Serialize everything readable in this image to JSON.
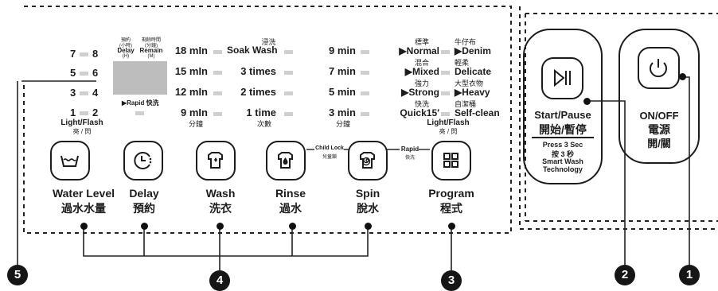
{
  "timer_labels": {
    "delay": {
      "zh": "預約",
      "zh_unit": "(小時)",
      "en": "Delay",
      "unit": "(H)"
    },
    "remain": {
      "zh": "剩餘時間",
      "zh_unit": "(分鐘)",
      "en": "Remain",
      "unit": "(M)"
    },
    "rapid": "Rapid 快洗"
  },
  "level_numbers": {
    "n7": "7",
    "n8": "8",
    "n5": "5",
    "n6": "6",
    "n3": "3",
    "n4": "4",
    "n1": "1",
    "n2": "2"
  },
  "light_flash_left": {
    "en": "Light/Flash",
    "zh": "亮 / 閃"
  },
  "light_flash_right": {
    "en": "Light/Flash",
    "zh": "亮 / 閃"
  },
  "wash_times": {
    "t18": "18 mIn",
    "t15": "15 mIn",
    "t12": "12 mIn",
    "t9": "9 mIn",
    "unit_zh": "分鐘"
  },
  "soak_rinse": {
    "soak_zh": "浸洗",
    "soak_en": "Soak Wash",
    "r3": "3 times",
    "r2": "2 times",
    "r1": "1 time",
    "unit_zh": "次數"
  },
  "spin_times": {
    "t9": "9 min",
    "t7": "7 min",
    "t5": "5 min",
    "t3": "3 min",
    "unit_zh": "分鐘"
  },
  "programs": {
    "normal_zh": "標準",
    "normal_en": "Normal",
    "mixed_zh": "混合",
    "mixed_en": "Mixed",
    "strong_zh": "強力",
    "strong_en": "Strong",
    "quick_zh": "快洗",
    "quick_en": "Quick15′",
    "denim_zh": "牛仔布",
    "denim_en": "Denim",
    "delicate_zh": "輕柔",
    "delicate_en": "Delicate",
    "heavy_zh": "大型衣物",
    "heavy_en": "Heavy",
    "selfclean_zh": "自潔桶",
    "selfclean_en": "Self-clean"
  },
  "buttons": {
    "water_level": {
      "en": "Water Level",
      "zh": "過水水量"
    },
    "delay": {
      "en": "Delay",
      "zh": "預約"
    },
    "wash": {
      "en": "Wash",
      "zh": "洗衣"
    },
    "rinse": {
      "en": "Rinse",
      "zh": "過水"
    },
    "spin": {
      "en": "Spin",
      "zh": "脫水"
    },
    "program": {
      "en": "Program",
      "zh": "程式"
    }
  },
  "child_lock": {
    "en": "Child Lock",
    "zh": "兒童鎖"
  },
  "rapid_link": {
    "en": "Rapid",
    "zh": "快洗"
  },
  "start_pause": {
    "en": "Start/Pause",
    "zh": "開始/暫停",
    "press1": "Press 3 Sec",
    "press2": "按 3 秒",
    "press3": "Smart Wash",
    "press4": "Technology"
  },
  "power": {
    "en": "ON/OFF",
    "zh1": "電源",
    "zh2": "開/關"
  },
  "callouts": {
    "c1": "1",
    "c2": "2",
    "c3": "3",
    "c4": "4",
    "c5": "5"
  }
}
